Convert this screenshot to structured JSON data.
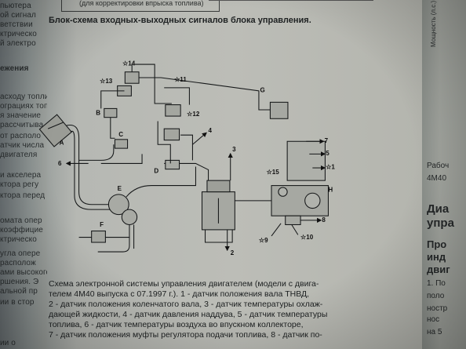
{
  "left_page": {
    "fragments": [
      "пьютера",
      "ой сигнал",
      "ветствии",
      "ктрическо",
      "й электро",
      "ежения",
      "асходу топли",
      "ограциях топ",
      "я значение",
      "рассчитыва",
      "от располо",
      "атчик числа",
      "двигателя",
      "и акселера",
      "ктора регу",
      "ктора перед",
      "омата опер",
      "коэффицие",
      "ктрическо",
      "угла опере",
      "располож",
      "ами высокого",
      "ршения. Э",
      "альной пр",
      "ии в стор",
      "ии о"
    ]
  },
  "main_page": {
    "top_box_text": "(для корректировки впрыска топлива)",
    "diagram_title": "Блок-схема входных-выходных сигналов блока управления.",
    "diagram_labels": {
      "A": "A",
      "B": "B",
      "C": "C",
      "D": "D",
      "E": "E",
      "F": "F",
      "G": "G",
      "H": "H",
      "s1": "☆1",
      "s2": "2",
      "s3": "3",
      "s4": "4",
      "s5": "5",
      "s6": "6",
      "s7": "7",
      "s8": "8",
      "s9": "☆9",
      "s10": "☆10",
      "s11": "☆11",
      "s12": "☆12",
      "s13": "☆13",
      "s14": "☆14",
      "s15": "☆15"
    },
    "caption_lines": [
      "Схема электронной системы управления двигателем (модели с двига-",
      "телем 4M40 выпуска с 07.1997 г.). 1 - датчик положения вала ТНВД,",
      "2 - датчик положения коленчатого вала, 3 - датчик температуры охлаж-",
      "дающей жидкости, 4 - датчик давления наддува, 5 - датчик температуры",
      "топлива, 6 - датчик температуры воздуха во впускном коллекторе,",
      "7 - датчик положения муфты регулятора подачи топлива, 8 - датчик по-"
    ]
  },
  "right_page": {
    "axis_label": "Мощность (л.с.)",
    "fragments": [
      {
        "text": "Рабоч",
        "style": ""
      },
      {
        "text": "4M40",
        "style": ""
      },
      {
        "text": "Диа",
        "style": "big"
      },
      {
        "text": "упра",
        "style": "big"
      },
      {
        "text": "Про",
        "style": "mid"
      },
      {
        "text": "инд",
        "style": "mid"
      },
      {
        "text": "двиг",
        "style": "mid"
      },
      {
        "text": "1. По",
        "style": ""
      },
      {
        "text": "поло",
        "style": ""
      },
      {
        "text": "ностр",
        "style": ""
      },
      {
        "text": "нос",
        "style": ""
      },
      {
        "text": "на 5",
        "style": ""
      }
    ]
  },
  "colors": {
    "page": "#bcbdb7",
    "ink": "#1c1f20",
    "background": "#2e3336"
  }
}
